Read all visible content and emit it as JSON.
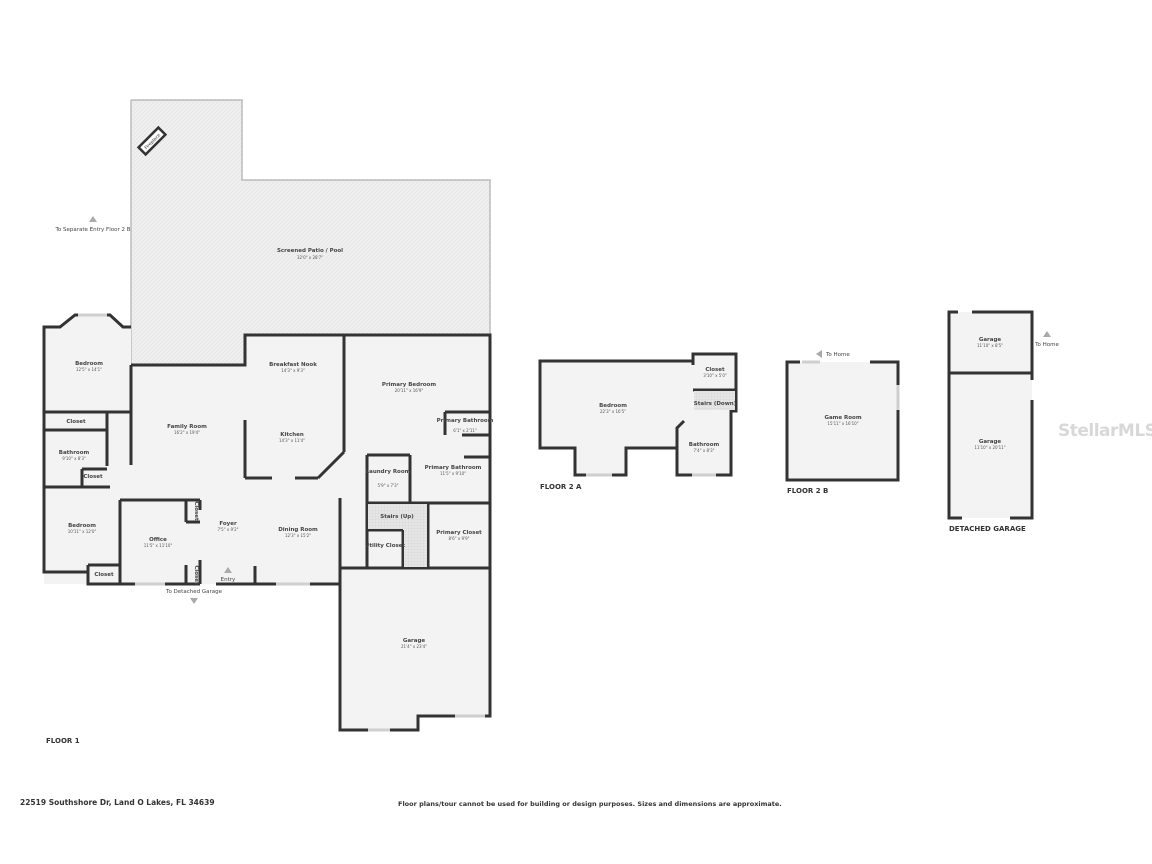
{
  "floor1": {
    "label": "FLOOR 1",
    "rooms": [
      {
        "name": "Screened Patio / Pool",
        "dim": "32'0\" x 28'7\""
      },
      {
        "name": "Bedroom",
        "dim": "12'5\" x 14'1\""
      },
      {
        "name": "Closet",
        "dim": ""
      },
      {
        "name": "Bathroom",
        "dim": "9'10\" x 8'3\""
      },
      {
        "name": "Closet",
        "dim": ""
      },
      {
        "name": "Bedroom",
        "dim": "10'11\" x 12'0\""
      },
      {
        "name": "Closet",
        "dim": ""
      },
      {
        "name": "Office",
        "dim": "11'5\" x 11'10\""
      },
      {
        "name": "Closet",
        "dim": ""
      },
      {
        "name": "Closet",
        "dim": ""
      },
      {
        "name": "Foyer",
        "dim": "7'5\" x 9'2\""
      },
      {
        "name": "Family Room",
        "dim": "16'2\" x 19'4\""
      },
      {
        "name": "Breakfast Nook",
        "dim": "14'3\" x 9'3\""
      },
      {
        "name": "Kitchen",
        "dim": "14'3\" x 11'4\""
      },
      {
        "name": "Dining Room",
        "dim": "12'3\" x 15'2\""
      },
      {
        "name": "Primary Bedroom",
        "dim": "20'11\" x 16'9\""
      },
      {
        "name": "Primary Bathroom",
        "dim": "6'1\" x 2'11\""
      },
      {
        "name": "Primary Bathroom",
        "dim": "11'5\" x 9'10\""
      },
      {
        "name": "Laundry Room",
        "dim": "5'9\" x 7'3\""
      },
      {
        "name": "Stairs (Up)",
        "dim": ""
      },
      {
        "name": "Utility Closet",
        "dim": ""
      },
      {
        "name": "Primary Closet",
        "dim": "8'6\" x 9'9\""
      },
      {
        "name": "Garage",
        "dim": "21'4\" x 23'4\""
      }
    ],
    "fireplace": "Fireplace",
    "notes": {
      "separate_entry": "To Separate Entry Floor 2 B",
      "entry": "Entry",
      "detached_garage": "To Detached Garage"
    }
  },
  "floor2a": {
    "label": "FLOOR 2 A",
    "rooms": [
      {
        "name": "Bedroom",
        "dim": "22'3\" x 16'5\""
      },
      {
        "name": "Closet",
        "dim": "3'10\" x 5'0\""
      },
      {
        "name": "Stairs (Down)",
        "dim": ""
      },
      {
        "name": "Bathroom",
        "dim": "7'4\" x 8'3\""
      }
    ]
  },
  "floor2b": {
    "label": "FLOOR 2 B",
    "rooms": [
      {
        "name": "Game Room",
        "dim": "15'11\" x 16'10\""
      }
    ],
    "note": "To Home"
  },
  "detached": {
    "label": "DETACHED GARAGE",
    "rooms": [
      {
        "name": "Garage",
        "dim": "11'10\" x 8'5\""
      },
      {
        "name": "Garage",
        "dim": "11'10\" x 20'11\""
      }
    ],
    "note": "To Home"
  },
  "footer": {
    "address": "22519 Southshore Dr, Land O Lakes, FL 34639",
    "disclaimer": "Floor plans/tour cannot be used for building or design purposes. Sizes and dimensions are approximate."
  },
  "watermark": "StellarMLS",
  "colors": {
    "wall": "#333333",
    "floor": "#f3f3f3",
    "window": "#cfcfcf"
  }
}
